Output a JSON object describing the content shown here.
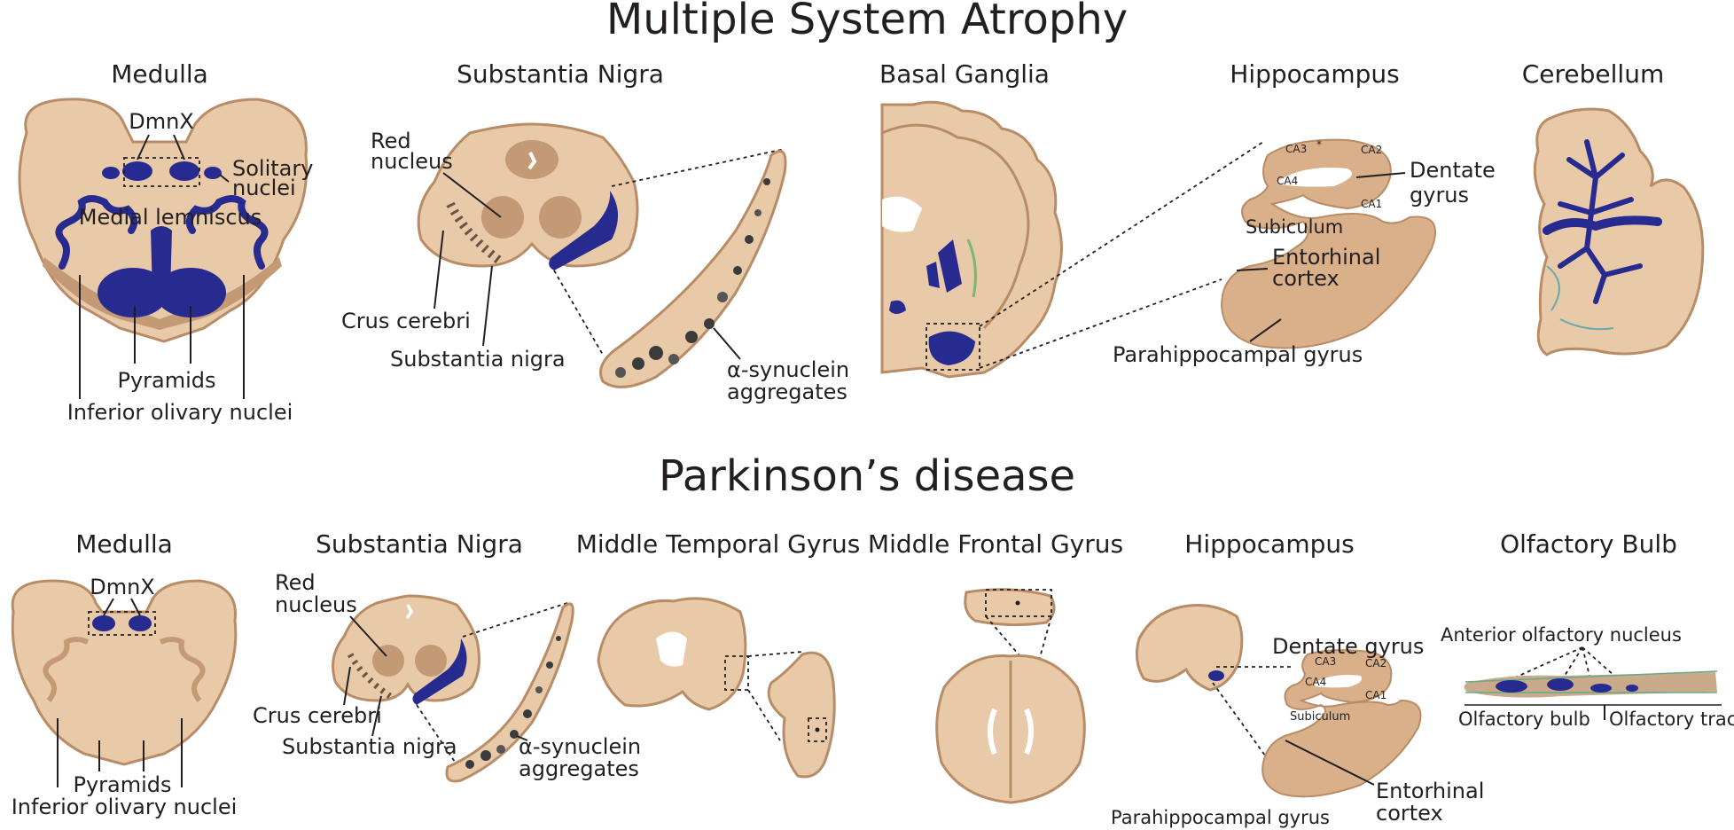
{
  "titles": {
    "msa": "Multiple System Atrophy",
    "pd": "Parkinson’s disease"
  },
  "msa": {
    "medulla": {
      "title": "Medulla",
      "dmnx": "DmnX",
      "solitary_1": "Solitary",
      "solitary_2": "nuclei",
      "medial_lemniscus": "Medial lemniscus",
      "pyramids": "Pyramids",
      "inferior_olivary": "Inferior olivary nuclei"
    },
    "sn": {
      "title": "Substantia Nigra",
      "red_1": "Red",
      "red_2": "nucleus",
      "crus": "Crus cerebri",
      "sn": "Substantia nigra",
      "asyn_1": "α-synuclein",
      "asyn_2": "aggregates"
    },
    "bg": {
      "title": "Basal Ganglia"
    },
    "hippo": {
      "title": "Hippocampus",
      "ca3": "CA3",
      "ca2": "CA2",
      "ca4": "CA4",
      "ca1": "CA1",
      "star": "*",
      "dentate_1": "Dentate",
      "dentate_2": "gyrus",
      "subiculum": "Subiculum",
      "ento_1": "Entorhinal",
      "ento_2": "cortex",
      "parahippo": "Parahippocampal gyrus"
    },
    "cerebellum": {
      "title": "Cerebellum"
    }
  },
  "pd": {
    "medulla": {
      "title": "Medulla",
      "dmnx": "DmnX",
      "pyramids": "Pyramids",
      "inferior_olivary": "Inferior olivary nuclei"
    },
    "sn": {
      "title": "Substantia Nigra",
      "red_1": "Red",
      "red_2": "nucleus",
      "crus": "Crus cerebri",
      "sn": "Substantia nigra",
      "asyn_1": "α-synuclein",
      "asyn_2": "aggregates"
    },
    "mtg": {
      "title": "Middle Temporal Gyrus"
    },
    "mfg": {
      "title": "Middle Frontal Gyrus"
    },
    "hippo": {
      "title": "Hippocampus",
      "dentate": "Dentate gyrus",
      "ca3": "CA3",
      "ca2": "CA2",
      "ca4": "CA4",
      "ca1": "CA1",
      "subiculum": "Subiculum",
      "parahippo": "Parahippocampal gyrus",
      "ento_1": "Entorhinal",
      "ento_2": "cortex"
    },
    "olfactory": {
      "title": "Olfactory Bulb",
      "aon": "Anterior olfactory nucleus",
      "bulb": "Olfactory bulb",
      "tract": "Olfactory tract"
    }
  },
  "colors": {
    "tissue": "#e8c9a8",
    "tissue_border": "#b88c66",
    "pathology_blue": "#272a8f",
    "aggregate": "#3b3b3b",
    "text": "#231f20"
  }
}
